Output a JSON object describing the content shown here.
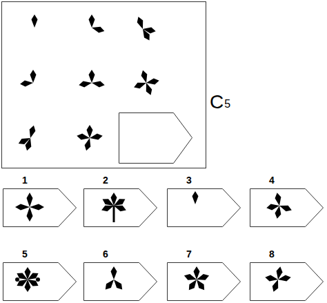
{
  "diagram": {
    "nodes": [
      {
        "text": [
          "1"
        ]
      },
      {
        "text": [
          "2"
        ]
      },
      {
        "text": [
          "3"
        ]
      },
      {
        "text": [
          "4"
        ]
      },
      {
        "text": [
          "5"
        ]
      },
      {
        "text": [
          "6"
        ]
      },
      {
        "text": [
          "7"
        ]
      },
      {
        "text": [
          "8"
        ]
      }
    ],
    "labels": [
      "C",
      "5"
    ]
  }
}
